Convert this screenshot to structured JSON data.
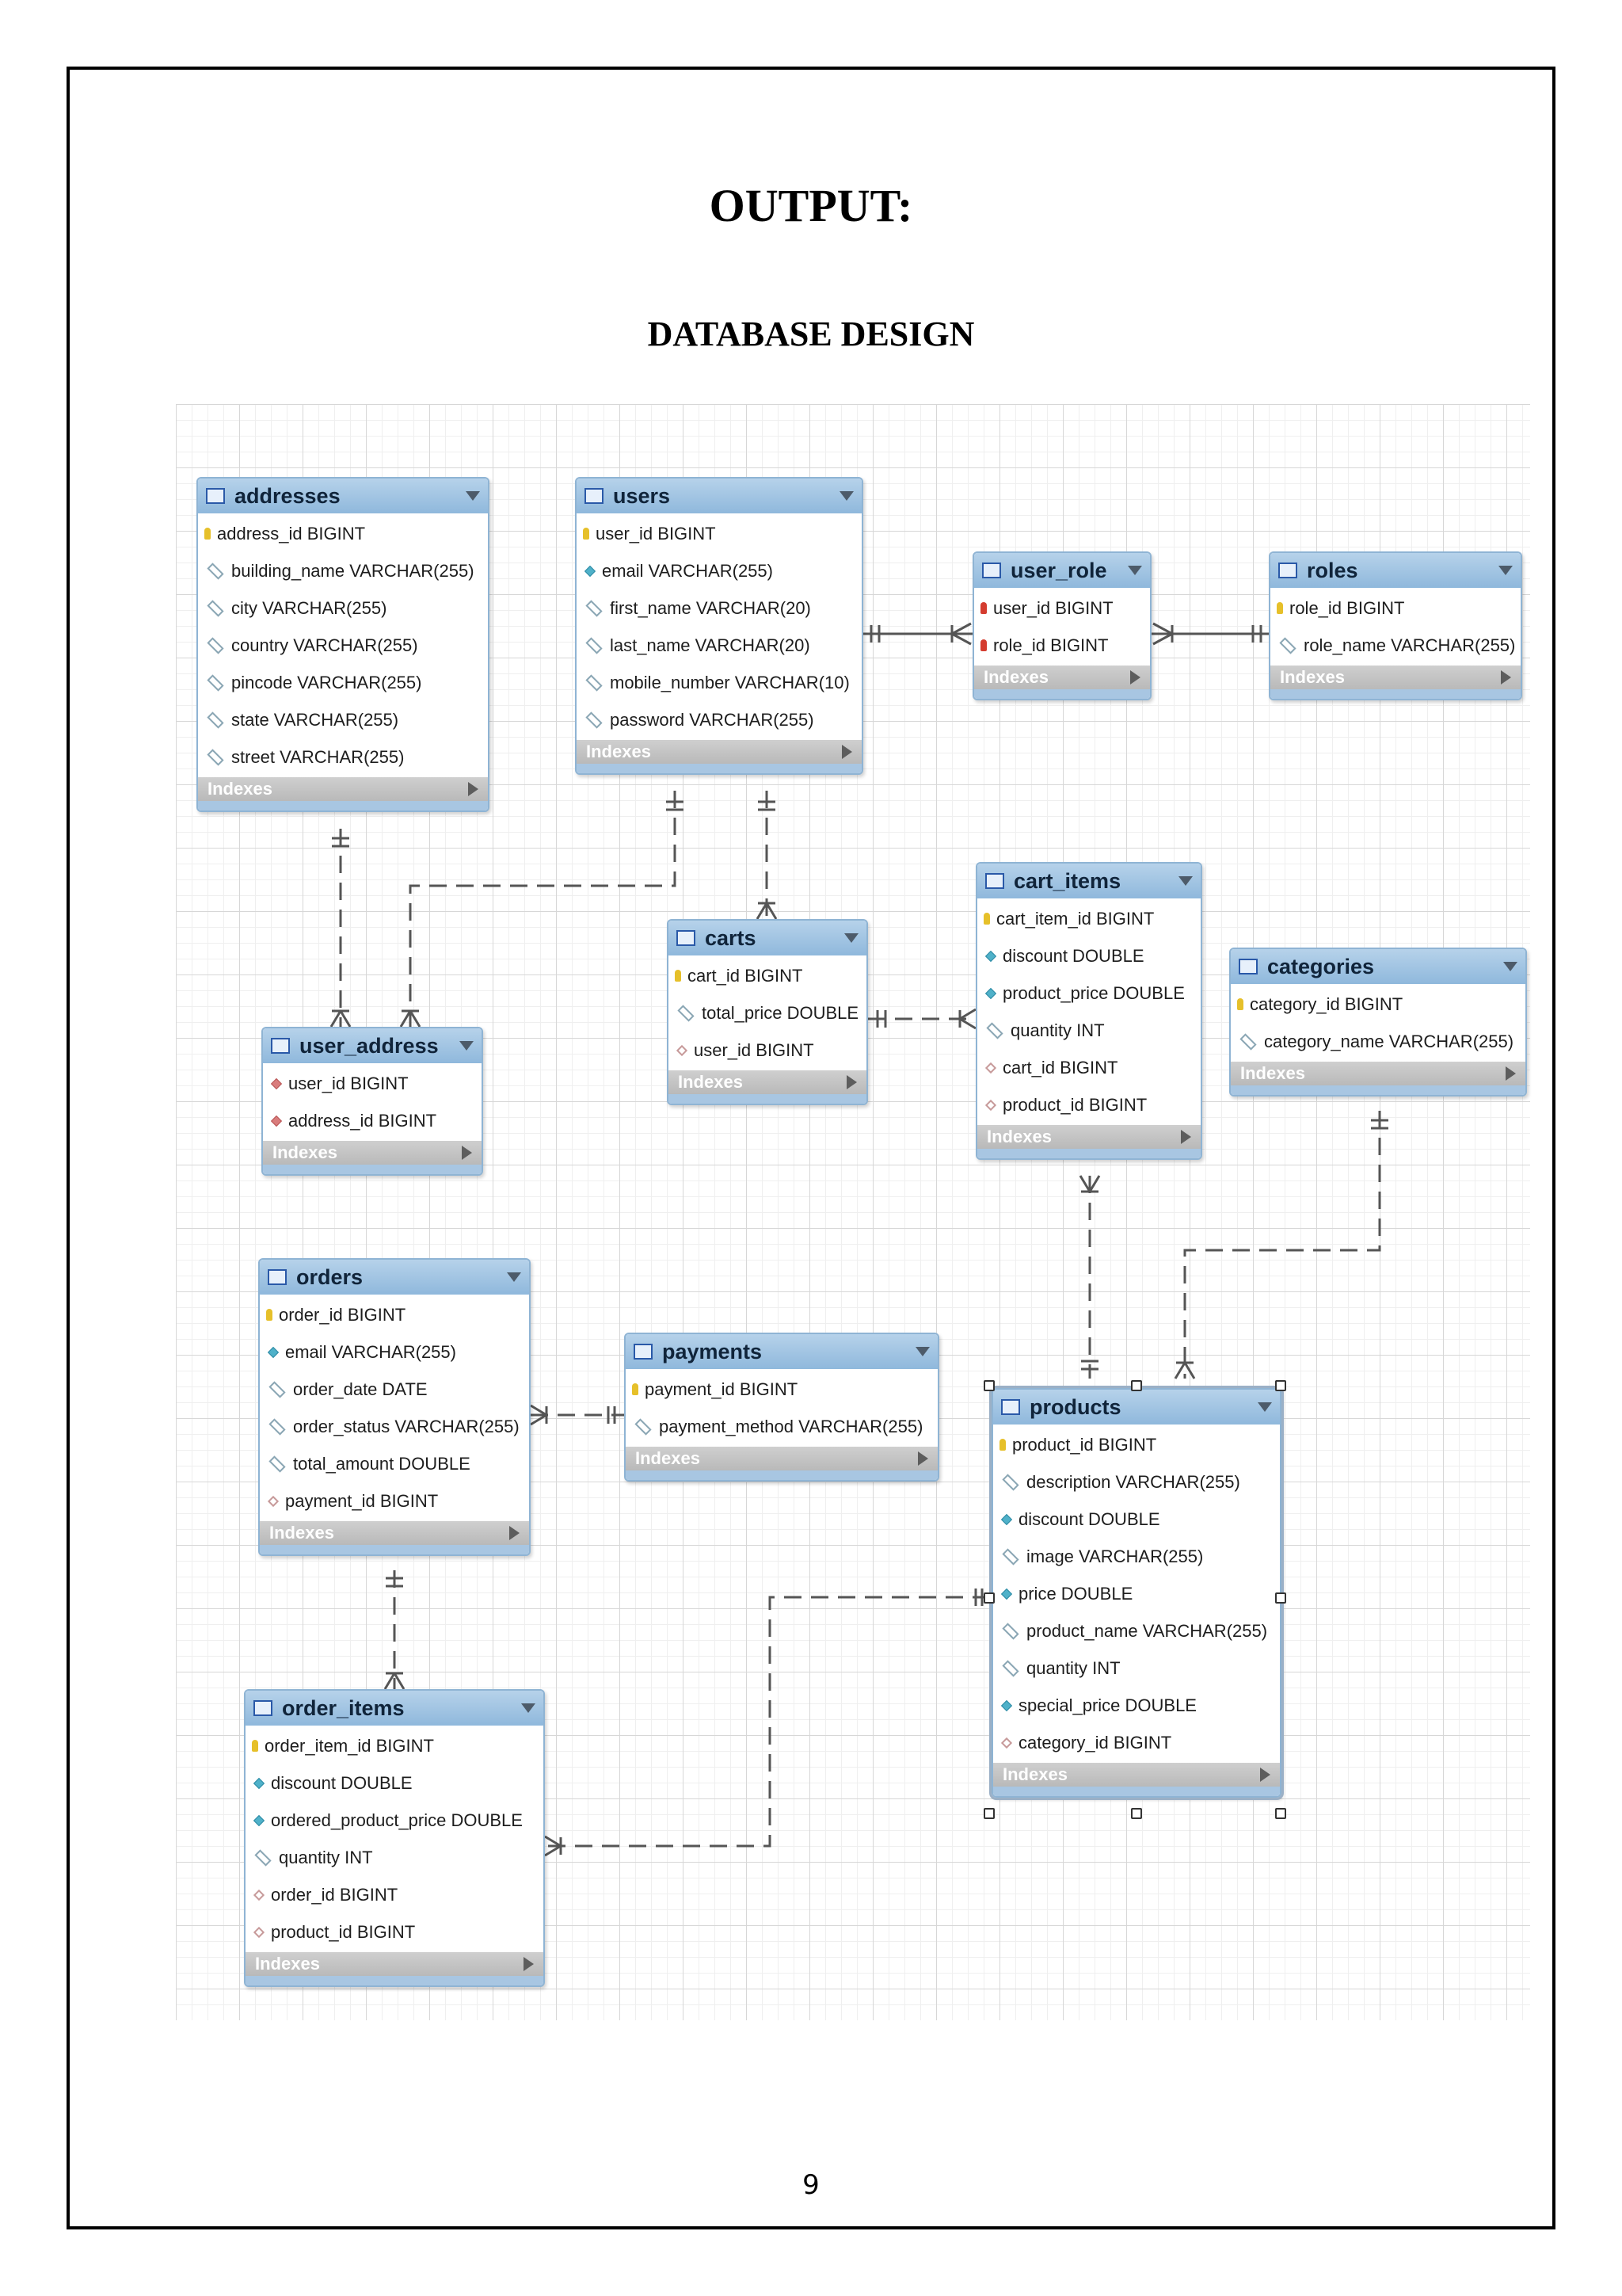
{
  "page": {
    "heading": "OUTPUT:",
    "subheading": "DATABASE DESIGN",
    "page_number": "9"
  },
  "indexes_label": "Indexes",
  "tables": {
    "addresses": {
      "name": "addresses",
      "columns": [
        {
          "text": "address_id BIGINT",
          "icon": "primary-key-icon"
        },
        {
          "text": "building_name VARCHAR(255)",
          "icon": "column-icon"
        },
        {
          "text": "city VARCHAR(255)",
          "icon": "column-icon"
        },
        {
          "text": "country VARCHAR(255)",
          "icon": "column-icon"
        },
        {
          "text": "pincode VARCHAR(255)",
          "icon": "column-icon"
        },
        {
          "text": "state VARCHAR(255)",
          "icon": "column-icon"
        },
        {
          "text": "street VARCHAR(255)",
          "icon": "column-icon"
        }
      ]
    },
    "users": {
      "name": "users",
      "columns": [
        {
          "text": "user_id BIGINT",
          "icon": "primary-key-icon"
        },
        {
          "text": "email VARCHAR(255)",
          "icon": "not-null-column-icon"
        },
        {
          "text": "first_name VARCHAR(20)",
          "icon": "column-icon"
        },
        {
          "text": "last_name VARCHAR(20)",
          "icon": "column-icon"
        },
        {
          "text": "mobile_number VARCHAR(10)",
          "icon": "column-icon"
        },
        {
          "text": "password VARCHAR(255)",
          "icon": "column-icon"
        }
      ]
    },
    "user_role": {
      "name": "user_role",
      "columns": [
        {
          "text": "user_id BIGINT",
          "icon": "primary-foreign-key-icon"
        },
        {
          "text": "role_id BIGINT",
          "icon": "primary-foreign-key-icon"
        }
      ]
    },
    "roles": {
      "name": "roles",
      "columns": [
        {
          "text": "role_id BIGINT",
          "icon": "primary-key-icon"
        },
        {
          "text": "role_name VARCHAR(255)",
          "icon": "column-icon"
        }
      ]
    },
    "carts": {
      "name": "carts",
      "columns": [
        {
          "text": "cart_id BIGINT",
          "icon": "primary-key-icon"
        },
        {
          "text": "total_price DOUBLE",
          "icon": "column-icon"
        },
        {
          "text": "user_id BIGINT",
          "icon": "foreign-key-icon"
        }
      ]
    },
    "cart_items": {
      "name": "cart_items",
      "columns": [
        {
          "text": "cart_item_id BIGINT",
          "icon": "primary-key-icon"
        },
        {
          "text": "discount DOUBLE",
          "icon": "not-null-column-icon"
        },
        {
          "text": "product_price DOUBLE",
          "icon": "not-null-column-icon"
        },
        {
          "text": "quantity INT",
          "icon": "column-icon"
        },
        {
          "text": "cart_id BIGINT",
          "icon": "foreign-key-icon"
        },
        {
          "text": "product_id BIGINT",
          "icon": "foreign-key-icon"
        }
      ]
    },
    "categories": {
      "name": "categories",
      "columns": [
        {
          "text": "category_id BIGINT",
          "icon": "primary-key-icon"
        },
        {
          "text": "category_name VARCHAR(255)",
          "icon": "column-icon"
        }
      ]
    },
    "user_address": {
      "name": "user_address",
      "columns": [
        {
          "text": "user_id BIGINT",
          "icon": "foreign-key-filled-icon"
        },
        {
          "text": "address_id BIGINT",
          "icon": "foreign-key-filled-icon"
        }
      ]
    },
    "orders": {
      "name": "orders",
      "columns": [
        {
          "text": "order_id BIGINT",
          "icon": "primary-key-icon"
        },
        {
          "text": "email VARCHAR(255)",
          "icon": "not-null-column-icon"
        },
        {
          "text": "order_date DATE",
          "icon": "column-icon"
        },
        {
          "text": "order_status VARCHAR(255)",
          "icon": "column-icon"
        },
        {
          "text": "total_amount DOUBLE",
          "icon": "column-icon"
        },
        {
          "text": "payment_id BIGINT",
          "icon": "foreign-key-icon"
        }
      ]
    },
    "payments": {
      "name": "payments",
      "columns": [
        {
          "text": "payment_id BIGINT",
          "icon": "primary-key-icon"
        },
        {
          "text": "payment_method VARCHAR(255)",
          "icon": "column-icon"
        }
      ]
    },
    "products": {
      "name": "products",
      "columns": [
        {
          "text": "product_id BIGINT",
          "icon": "primary-key-icon"
        },
        {
          "text": "description VARCHAR(255)",
          "icon": "column-icon"
        },
        {
          "text": "discount DOUBLE",
          "icon": "not-null-column-icon"
        },
        {
          "text": "image VARCHAR(255)",
          "icon": "column-icon"
        },
        {
          "text": "price DOUBLE",
          "icon": "not-null-column-icon"
        },
        {
          "text": "product_name VARCHAR(255)",
          "icon": "column-icon"
        },
        {
          "text": "quantity INT",
          "icon": "column-icon"
        },
        {
          "text": "special_price DOUBLE",
          "icon": "not-null-column-icon"
        },
        {
          "text": "category_id BIGINT",
          "icon": "foreign-key-icon"
        }
      ]
    },
    "order_items": {
      "name": "order_items",
      "columns": [
        {
          "text": "order_item_id BIGINT",
          "icon": "primary-key-icon"
        },
        {
          "text": "discount DOUBLE",
          "icon": "not-null-column-icon"
        },
        {
          "text": "ordered_product_price DOUBLE",
          "icon": "not-null-column-icon"
        },
        {
          "text": "quantity INT",
          "icon": "column-icon"
        },
        {
          "text": "order_id BIGINT",
          "icon": "foreign-key-icon"
        },
        {
          "text": "product_id BIGINT",
          "icon": "foreign-key-icon"
        }
      ]
    }
  },
  "relationships": [
    {
      "from": "users",
      "to": "user_role",
      "style": "solid"
    },
    {
      "from": "roles",
      "to": "user_role",
      "style": "solid"
    },
    {
      "from": "users",
      "to": "carts",
      "style": "dashed"
    },
    {
      "from": "users",
      "to": "user_address",
      "style": "dashed"
    },
    {
      "from": "addresses",
      "to": "user_address",
      "style": "dashed"
    },
    {
      "from": "carts",
      "to": "cart_items",
      "style": "dashed"
    },
    {
      "from": "products",
      "to": "cart_items",
      "style": "dashed"
    },
    {
      "from": "categories",
      "to": "products",
      "style": "dashed"
    },
    {
      "from": "payments",
      "to": "orders",
      "style": "dashed"
    },
    {
      "from": "orders",
      "to": "order_items",
      "style": "dashed"
    },
    {
      "from": "products",
      "to": "order_items",
      "style": "dashed"
    }
  ],
  "colors": {
    "header_blue": "#8fb8dc",
    "indexes_gray": "#bdbdbd",
    "primary_key_yellow": "#e6c02a",
    "primary_foreign_key_red": "#d43c2f",
    "not_null_teal": "#4fb1c9",
    "connector_gray": "#555555"
  }
}
